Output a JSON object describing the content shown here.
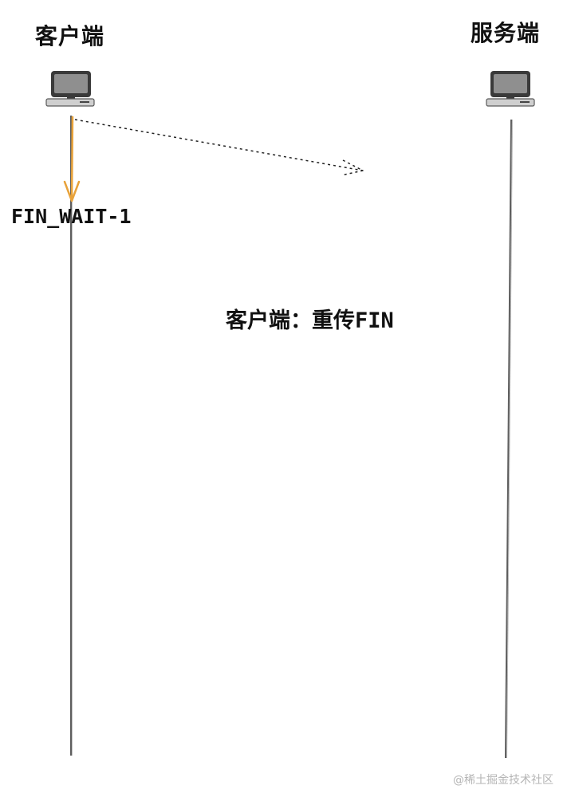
{
  "nodes": {
    "client": {
      "label": "客户端"
    },
    "server": {
      "label": "服务端"
    }
  },
  "states": {
    "client_state": "FIN_WAIT-1"
  },
  "annotation": "客户端：重传FIN",
  "watermark": "@稀土掘金技术社区",
  "icons": {
    "client_icon": "computer-icon",
    "server_icon": "computer-icon"
  },
  "colors": {
    "timeline": "#555555",
    "state_arrow": "#e8a23a",
    "message_arrow": "#222222",
    "watermark": "#b5b5b5"
  }
}
